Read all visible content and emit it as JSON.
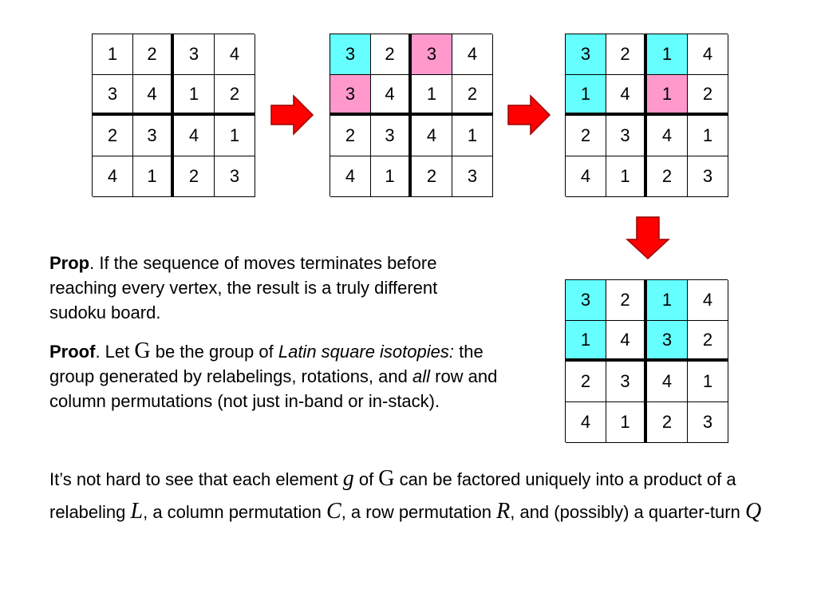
{
  "colors": {
    "cyan": "#66ffff",
    "pink": "#ff99cc",
    "arrow": "#ff0000",
    "arrow_outline": "#990000"
  },
  "boards": [
    {
      "name": "board-initial",
      "cells": [
        [
          "1",
          "2",
          "3",
          "4"
        ],
        [
          "3",
          "4",
          "1",
          "2"
        ],
        [
          "2",
          "3",
          "4",
          "1"
        ],
        [
          "4",
          "1",
          "2",
          "3"
        ]
      ],
      "fills": [
        [
          "",
          "",
          "",
          ""
        ],
        [
          "",
          "",
          "",
          ""
        ],
        [
          "",
          "",
          "",
          ""
        ],
        [
          "",
          "",
          "",
          ""
        ]
      ]
    },
    {
      "name": "board-step-1",
      "cells": [
        [
          "3",
          "2",
          "3",
          "4"
        ],
        [
          "3",
          "4",
          "1",
          "2"
        ],
        [
          "2",
          "3",
          "4",
          "1"
        ],
        [
          "4",
          "1",
          "2",
          "3"
        ]
      ],
      "fills": [
        [
          "cyan",
          "",
          "pink",
          ""
        ],
        [
          "pink",
          "",
          "",
          ""
        ],
        [
          "",
          "",
          "",
          ""
        ],
        [
          "",
          "",
          "",
          ""
        ]
      ]
    },
    {
      "name": "board-step-2",
      "cells": [
        [
          "3",
          "2",
          "1",
          "4"
        ],
        [
          "1",
          "4",
          "1",
          "2"
        ],
        [
          "2",
          "3",
          "4",
          "1"
        ],
        [
          "4",
          "1",
          "2",
          "3"
        ]
      ],
      "fills": [
        [
          "cyan",
          "",
          "cyan",
          ""
        ],
        [
          "cyan",
          "",
          "pink",
          ""
        ],
        [
          "",
          "",
          "",
          ""
        ],
        [
          "",
          "",
          "",
          ""
        ]
      ]
    },
    {
      "name": "board-final",
      "cells": [
        [
          "3",
          "2",
          "1",
          "4"
        ],
        [
          "1",
          "4",
          "3",
          "2"
        ],
        [
          "2",
          "3",
          "4",
          "1"
        ],
        [
          "4",
          "1",
          "2",
          "3"
        ]
      ],
      "fills": [
        [
          "cyan",
          "",
          "cyan",
          ""
        ],
        [
          "cyan",
          "",
          "cyan",
          ""
        ],
        [
          "",
          "",
          "",
          ""
        ],
        [
          "",
          "",
          "",
          ""
        ]
      ]
    }
  ],
  "prop": {
    "label": "Prop",
    "text": ". If the sequence of moves terminates before reaching every vertex, the result is a truly different sudoku board."
  },
  "proof": {
    "label": "Proof",
    "let": ". Let ",
    "G": "G",
    "mid": " be the group of ",
    "italic": "Latin square isotopies:",
    "line2": " the group generated by relabelings, rotations, and ",
    "all": "all",
    "rest": " row and column permutations (not just in-band or in-stack)."
  },
  "factor": {
    "p1": "It’s not hard to see that each element ",
    "g": "g",
    "p2": " of ",
    "G": "G",
    "p3": " can be factored uniquely into a product of a relabeling ",
    "L": "L",
    "p4": ", a column permutation ",
    "C": "C",
    "p5": ", a row permutation ",
    "R": "R",
    "p6": ", and (possibly) a quarter-turn ",
    "Q": "Q"
  }
}
